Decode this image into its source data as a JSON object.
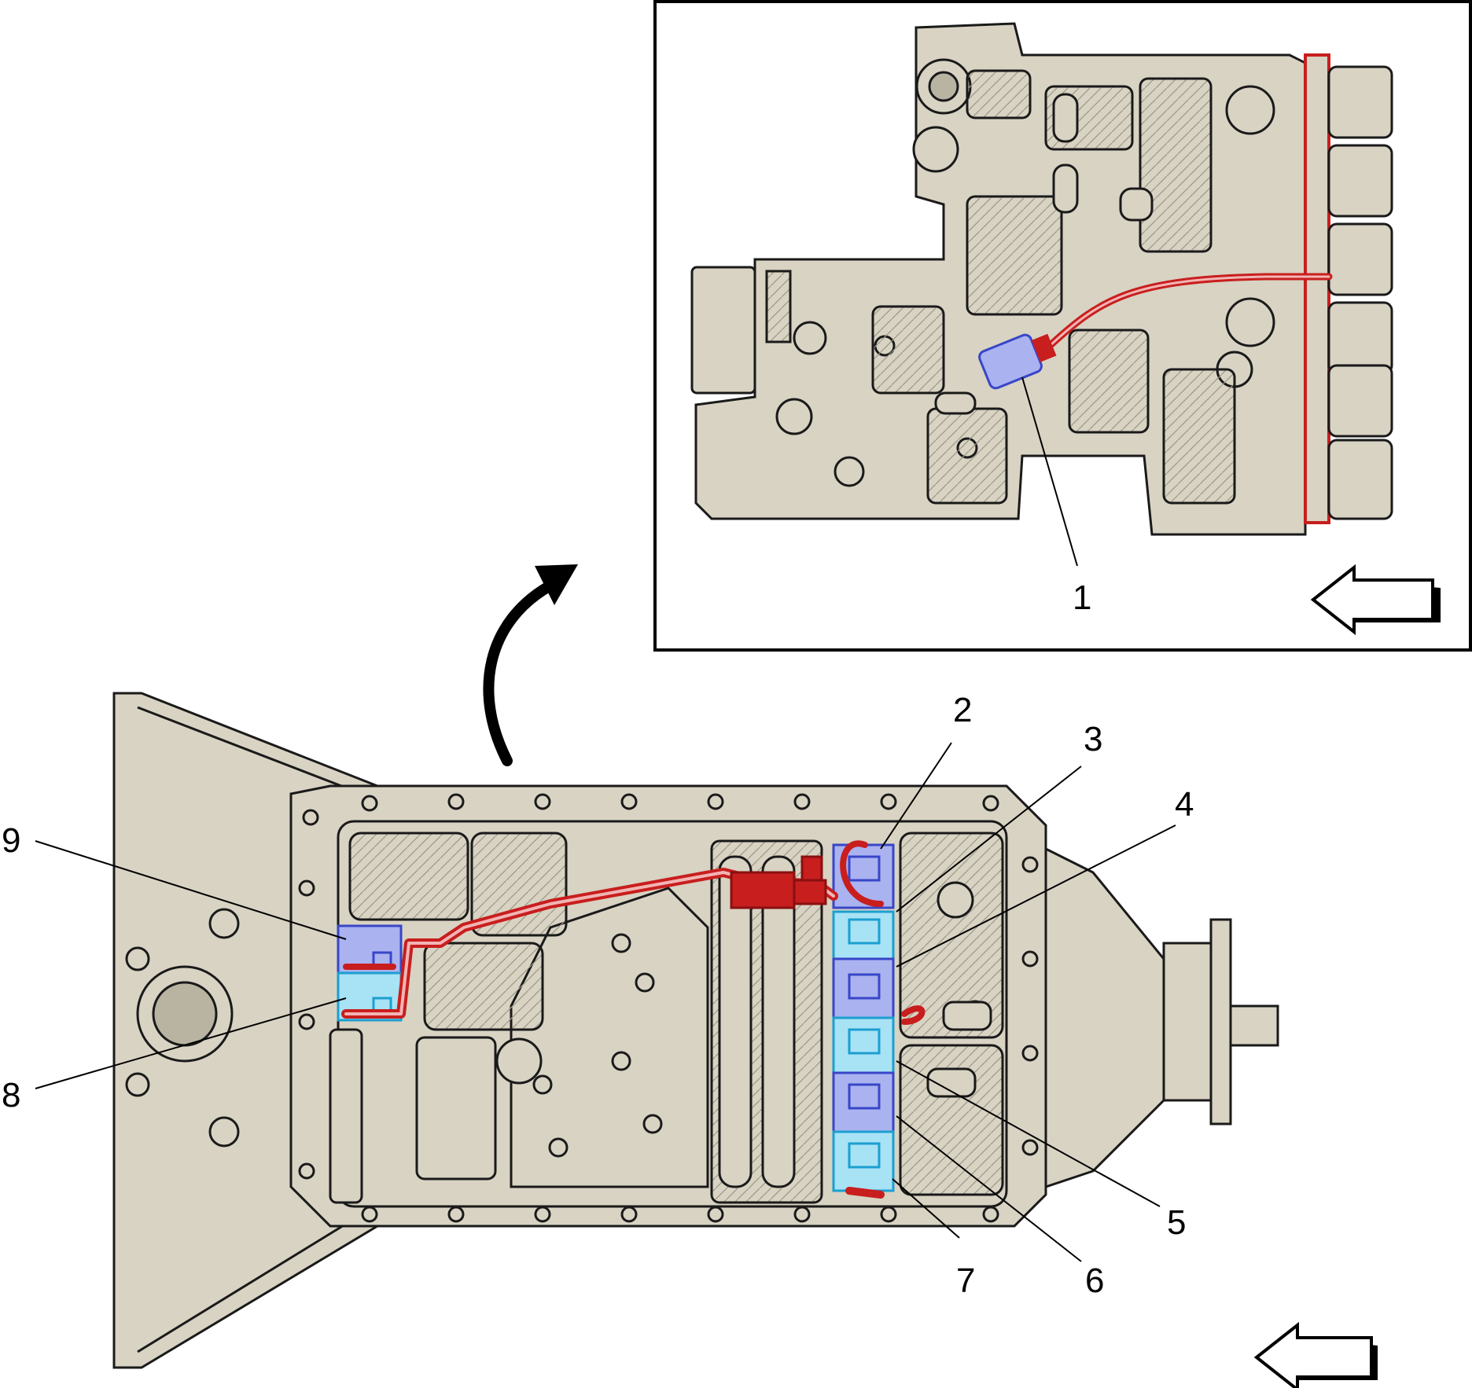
{
  "colors": {
    "housing": "#d8d3c3",
    "outline": "#1a1a1a",
    "wiring": "#c81e1e",
    "solenoid_blue": "#7c86e0",
    "solenoid_cyan": "#3cc0ea",
    "background": "#ffffff"
  },
  "inset": {
    "callout": "1",
    "direction_icon": "left-arrow-icon"
  },
  "main_view": {
    "direction_icon": "left-arrow-icon",
    "callouts": [
      "2",
      "3",
      "4",
      "5",
      "6",
      "7",
      "8",
      "9"
    ]
  },
  "zoom_icon": "curved-arrow-icon"
}
